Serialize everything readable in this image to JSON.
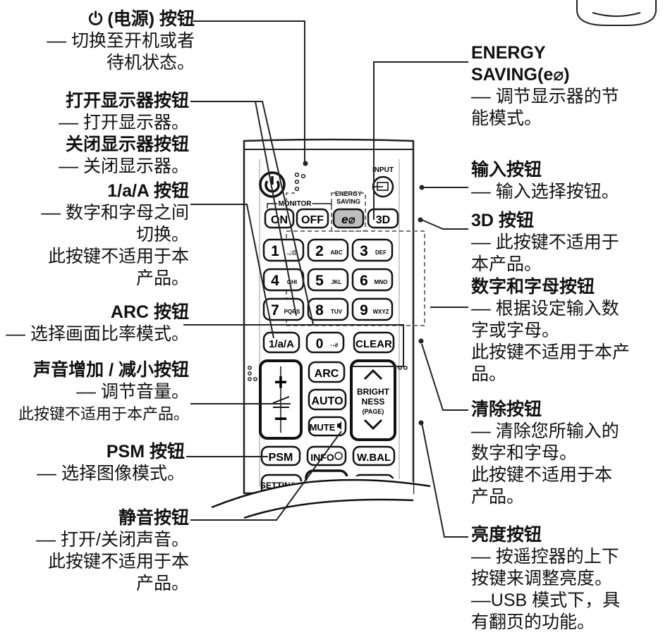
{
  "left_labels": {
    "power": {
      "title": "⏻ (电源) 按钮",
      "desc": [
        "–– 切换至开机或者",
        "待机状态。"
      ]
    },
    "monitor_on": {
      "title": "打开显示器按钮",
      "desc": [
        "–– 打开显示器。"
      ]
    },
    "monitor_off": {
      "title": "关闭显示器按钮",
      "desc": [
        "–– 关闭显示器。"
      ]
    },
    "toggle_1aA": {
      "title": "1/a/A 按钮",
      "desc": [
        "–– 数字和字母之间",
        "切换。",
        "此按键不适用于本",
        "产品。"
      ]
    },
    "arc": {
      "title": "ARC 按钮",
      "desc": [
        "–– 选择画面比率模式。"
      ]
    },
    "volume": {
      "title": "声音增加 / 减小按钮",
      "desc": [
        "–– 调节音量。",
        "此按键不适用于本产品。"
      ]
    },
    "psm": {
      "title": "PSM 按钮",
      "desc": [
        "–– 选择图像模式。"
      ]
    },
    "mute": {
      "title": "静音按钮",
      "desc": [
        "–– 打开/关闭声音。",
        "此按键不适用于本",
        "产品。"
      ]
    }
  },
  "right_labels": {
    "energy": {
      "title_line1": "ENERGY",
      "title_line2": "SAVING(e⌀)",
      "desc": [
        "–– 调节显示器的节",
        "能模式。"
      ]
    },
    "input": {
      "title": "输入按钮",
      "desc": [
        "–– 输入选择按钮。"
      ]
    },
    "three_d": {
      "title": "3D 按钮",
      "desc": [
        "–– 此按键不适用于",
        "本产品。"
      ]
    },
    "numbers": {
      "title": "数字和字母按钮",
      "desc": [
        "–– 根据设定输入数",
        "字或字母。",
        "此按键不适用于本产",
        "品。"
      ]
    },
    "clear": {
      "title": "清除按钮",
      "desc": [
        "–– 清除您所输入的",
        "数字和字母。",
        "此按键不适用于本",
        "产品。"
      ]
    },
    "brightness": {
      "title": "亮度按钮",
      "desc": [
        "–– 按遥控器的上下",
        "按键来调整亮度。",
        "––USB 模式下，具",
        "有翻页的功能。"
      ]
    }
  },
  "remote": {
    "input_label": "INPUT",
    "monitor_label": "MONITOR",
    "energy_label_1": "ENERGY",
    "energy_label_2": "SAVING",
    "btn_on": "ON",
    "btn_off": "OFF",
    "btn_energy": "e⌀",
    "btn_3d": "3D",
    "num_keys": [
      {
        "digit": "1",
        "letters": ".,;@"
      },
      {
        "digit": "2",
        "letters": "ABC"
      },
      {
        "digit": "3",
        "letters": "DEF"
      },
      {
        "digit": "4",
        "letters": "GHI"
      },
      {
        "digit": "5",
        "letters": "JKL"
      },
      {
        "digit": "6",
        "letters": "MNO"
      },
      {
        "digit": "7",
        "letters": "PQRS"
      },
      {
        "digit": "8",
        "letters": "TUV"
      },
      {
        "digit": "9",
        "letters": "WXYZ"
      }
    ],
    "btn_1aA": "1/a/A",
    "btn_0": "0",
    "btn_0_sub": "·-#",
    "btn_clear": "CLEAR",
    "btn_arc": "ARC",
    "btn_auto": "AUTO",
    "btn_mute": "MUTE",
    "btn_plus": "+",
    "btn_minus": "−",
    "bright_1": "BRIGHT",
    "bright_2": "NESS",
    "bright_3": "(PAGE)",
    "btn_psm": "PSM",
    "btn_info": "INFO",
    "btn_wbal": "W.BAL",
    "btn_settings": "SETTINGS"
  }
}
